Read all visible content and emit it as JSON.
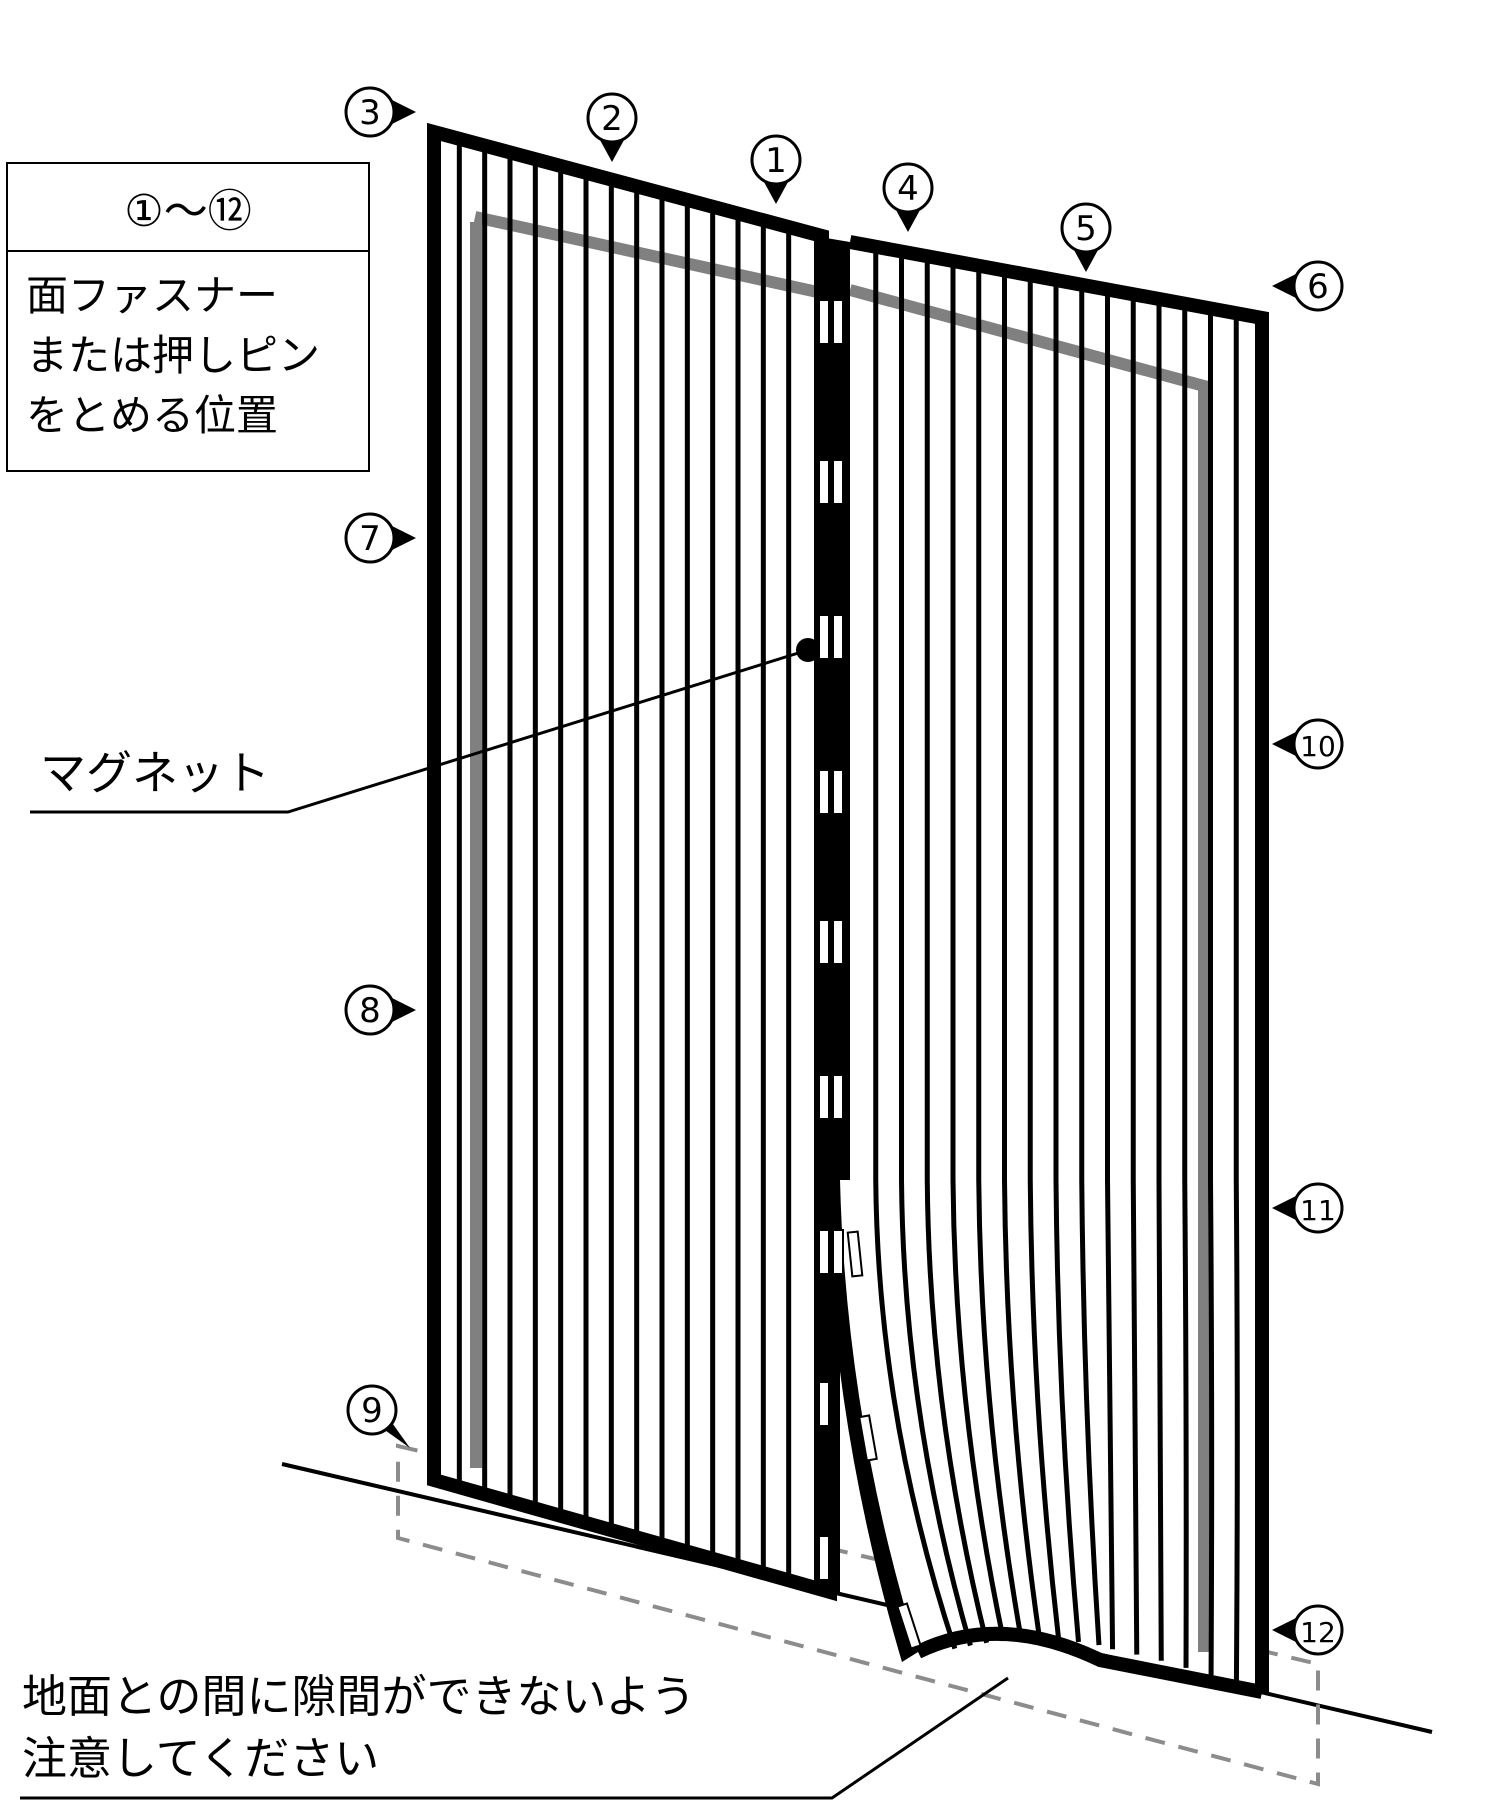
{
  "legend": {
    "range": "①〜⑫",
    "description": "面ファスナー\nまたは押しピン\nをとめる位置"
  },
  "magnet_label": "マグネット",
  "ground_note": "地面との間に隙間ができないよう\n注意してください",
  "markers": [
    {
      "id": "m1",
      "num": "1"
    },
    {
      "id": "m2",
      "num": "2"
    },
    {
      "id": "m3",
      "num": "3"
    },
    {
      "id": "m4",
      "num": "4"
    },
    {
      "id": "m5",
      "num": "5"
    },
    {
      "id": "m6",
      "num": "6"
    },
    {
      "id": "m7",
      "num": "7"
    },
    {
      "id": "m8",
      "num": "8"
    },
    {
      "id": "m9",
      "num": "9"
    },
    {
      "id": "m10",
      "num": "10"
    },
    {
      "id": "m11",
      "num": "11"
    },
    {
      "id": "m12",
      "num": "12"
    }
  ],
  "colors": {
    "line": "#000000",
    "inner_frame": "#808080",
    "dashed_area": "#8c8c8c",
    "background": "#ffffff"
  }
}
